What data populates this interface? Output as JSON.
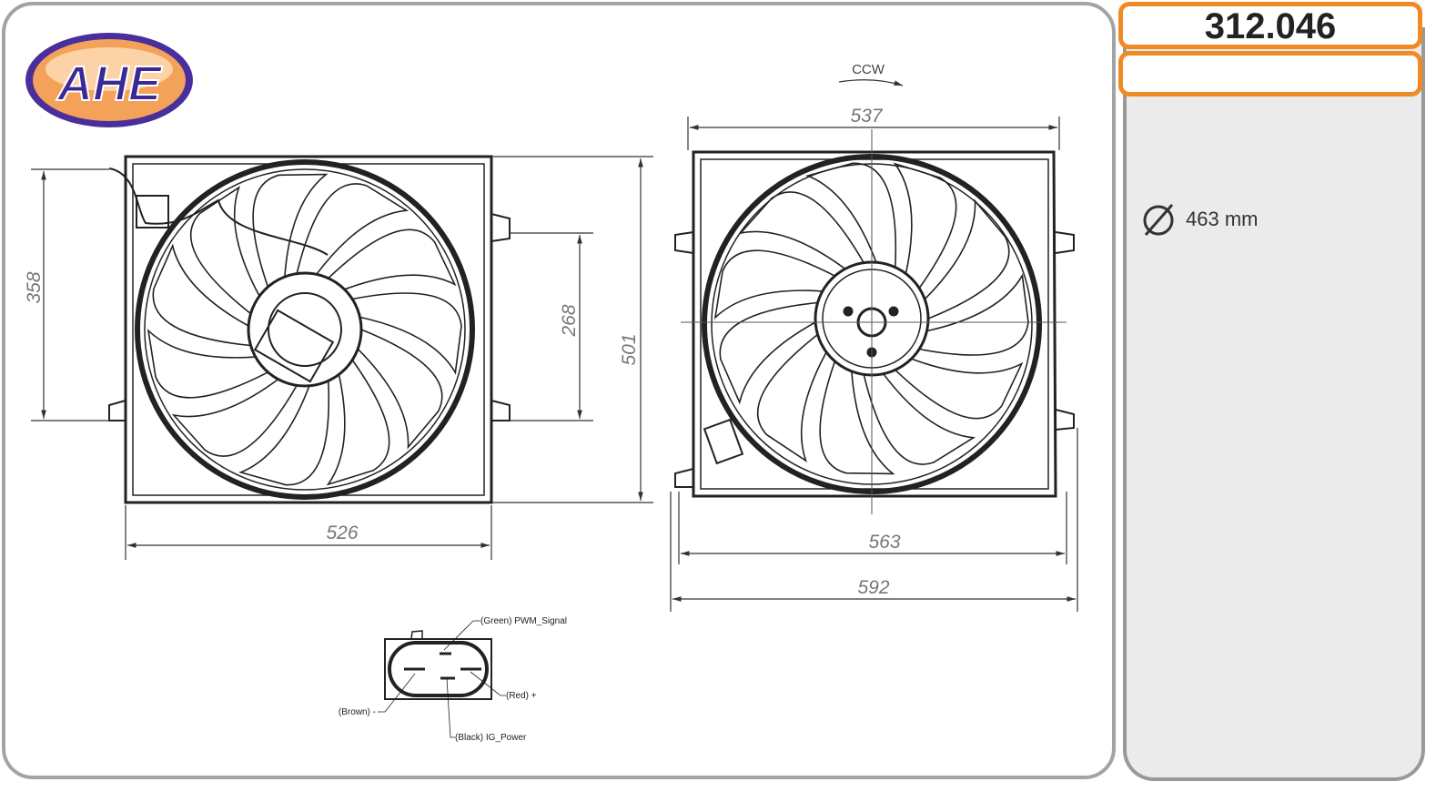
{
  "logo": {
    "text": "AHE",
    "colors": {
      "outer": "#4a2f9c",
      "inner": "#f4a259",
      "letters": "#3b2a95"
    }
  },
  "part_number": "312.046",
  "secondary_box": "",
  "specs": {
    "diameter": "463 mm",
    "diameter_icon": "diameter-icon"
  },
  "rotation": "CCW",
  "dimensions": {
    "left_height_outer": "358",
    "left_height_inner": "268",
    "left_height_total": "501",
    "left_width": "526",
    "right_top_width": "537",
    "right_width_inner": "563",
    "right_width_total": "592"
  },
  "connector": {
    "pins": [
      "(Green) PWM_Signal",
      "(Red) +",
      "(Brown) -",
      "(Black) IG_Power"
    ]
  },
  "colors": {
    "accent": "#f08a24",
    "frame": "#a3a3a3",
    "panel": "#ebebeb"
  }
}
